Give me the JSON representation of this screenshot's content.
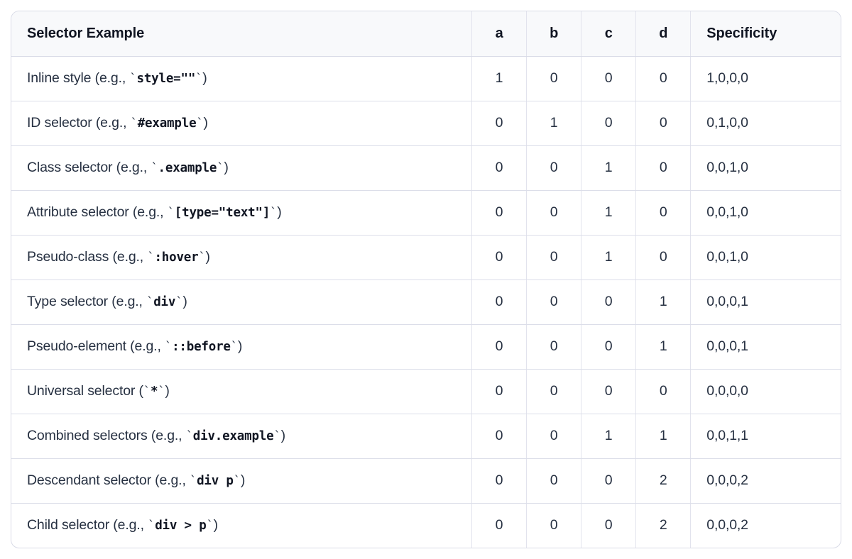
{
  "table": {
    "columns": [
      {
        "key": "selector",
        "label": "Selector Example",
        "align": "left"
      },
      {
        "key": "a",
        "label": "a",
        "align": "center"
      },
      {
        "key": "b",
        "label": "b",
        "align": "center"
      },
      {
        "key": "c",
        "label": "c",
        "align": "center"
      },
      {
        "key": "d",
        "label": "d",
        "align": "center"
      },
      {
        "key": "specificity",
        "label": "Specificity",
        "align": "left"
      }
    ],
    "rows": [
      {
        "selector_prefix": "Inline style (e.g., ",
        "selector_code": "style=\"\"",
        "selector_suffix": ")",
        "selector_plain": "Inline style (e.g., `style=\"\"`)",
        "a": "1",
        "b": "0",
        "c": "0",
        "d": "0",
        "specificity": "1,0,0,0"
      },
      {
        "selector_prefix": "ID selector (e.g., ",
        "selector_code": "#example",
        "selector_suffix": ")",
        "selector_plain": "ID selector (e.g., `#example`)",
        "a": "0",
        "b": "1",
        "c": "0",
        "d": "0",
        "specificity": "0,1,0,0"
      },
      {
        "selector_prefix": "Class selector (e.g., ",
        "selector_code": ".example",
        "selector_suffix": ")",
        "selector_plain": "Class selector (e.g., `.example`)",
        "a": "0",
        "b": "0",
        "c": "1",
        "d": "0",
        "specificity": "0,0,1,0"
      },
      {
        "selector_prefix": "Attribute selector (e.g., ",
        "selector_code": "[type=\"text\"]",
        "selector_suffix": ")",
        "selector_plain": "Attribute selector (e.g., `[type=\"text\"]`)",
        "a": "0",
        "b": "0",
        "c": "1",
        "d": "0",
        "specificity": "0,0,1,0"
      },
      {
        "selector_prefix": "Pseudo-class (e.g., ",
        "selector_code": ":hover",
        "selector_suffix": ")",
        "selector_plain": "Pseudo-class (e.g., `:hover`)",
        "a": "0",
        "b": "0",
        "c": "1",
        "d": "0",
        "specificity": "0,0,1,0"
      },
      {
        "selector_prefix": "Type selector (e.g., ",
        "selector_code": "div",
        "selector_suffix": ")",
        "selector_plain": "Type selector (e.g., `div`)",
        "a": "0",
        "b": "0",
        "c": "0",
        "d": "1",
        "specificity": "0,0,0,1"
      },
      {
        "selector_prefix": "Pseudo-element (e.g., ",
        "selector_code": "::before",
        "selector_suffix": ")",
        "selector_plain": "Pseudo-element (e.g., `::before`)",
        "a": "0",
        "b": "0",
        "c": "0",
        "d": "1",
        "specificity": "0,0,0,1"
      },
      {
        "selector_prefix": "Universal selector (",
        "selector_code": "*",
        "selector_suffix": ")",
        "selector_plain": "Universal selector (`*`)",
        "a": "0",
        "b": "0",
        "c": "0",
        "d": "0",
        "specificity": "0,0,0,0"
      },
      {
        "selector_prefix": "Combined selectors (e.g., ",
        "selector_code": "div.example",
        "selector_suffix": ")",
        "selector_plain": "Combined selectors (e.g., `div.example`)",
        "a": "0",
        "b": "0",
        "c": "1",
        "d": "1",
        "specificity": "0,0,1,1"
      },
      {
        "selector_prefix": "Descendant selector (e.g., ",
        "selector_code": "div p",
        "selector_suffix": ")",
        "selector_plain": "Descendant selector (e.g., `div p`)",
        "a": "0",
        "b": "0",
        "c": "0",
        "d": "2",
        "specificity": "0,0,0,2"
      },
      {
        "selector_prefix": "Child selector (e.g., ",
        "selector_code": "div > p",
        "selector_suffix": ")",
        "selector_plain": "Child selector (e.g., `div > p`)",
        "a": "0",
        "b": "0",
        "c": "0",
        "d": "2",
        "specificity": "0,0,0,2"
      }
    ],
    "code_delimiter": "`"
  },
  "colors": {
    "page_background": "#ffffff",
    "card_border": "#d9dbe7",
    "header_background": "#f8f9fb",
    "header_text": "#101522",
    "body_text": "#263041",
    "cell_border": "#e2e3ed",
    "row_border": "#dcdee9"
  }
}
